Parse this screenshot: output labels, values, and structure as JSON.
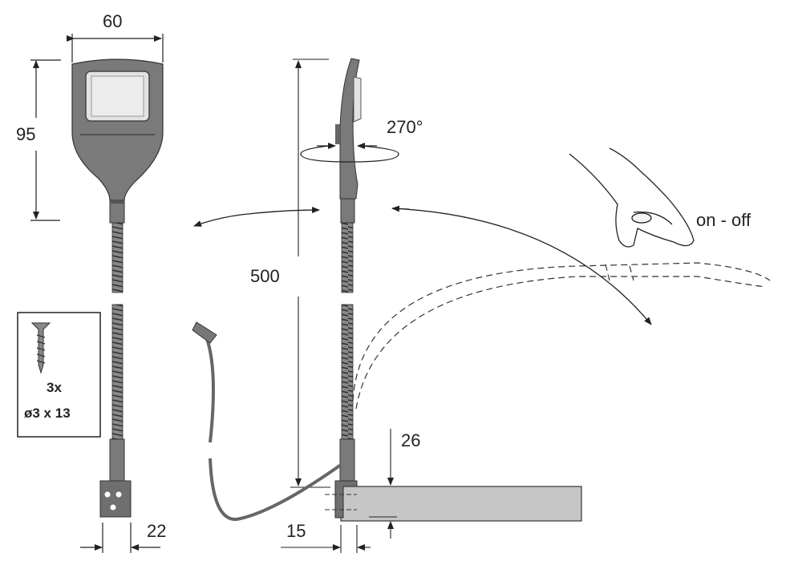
{
  "dimensions": {
    "width": "60",
    "height": "95",
    "length": "500",
    "rotation": "270°",
    "base_width": "22",
    "offset": "15",
    "board_thickness": "26"
  },
  "switch_label": "on - off",
  "screw_box": {
    "quantity": "3x",
    "size": "ø3 x 13"
  },
  "colors": {
    "body": "#7a7a7a",
    "lens": "#e2e2e2",
    "board": "#c6c6c6",
    "line": "#222222"
  }
}
